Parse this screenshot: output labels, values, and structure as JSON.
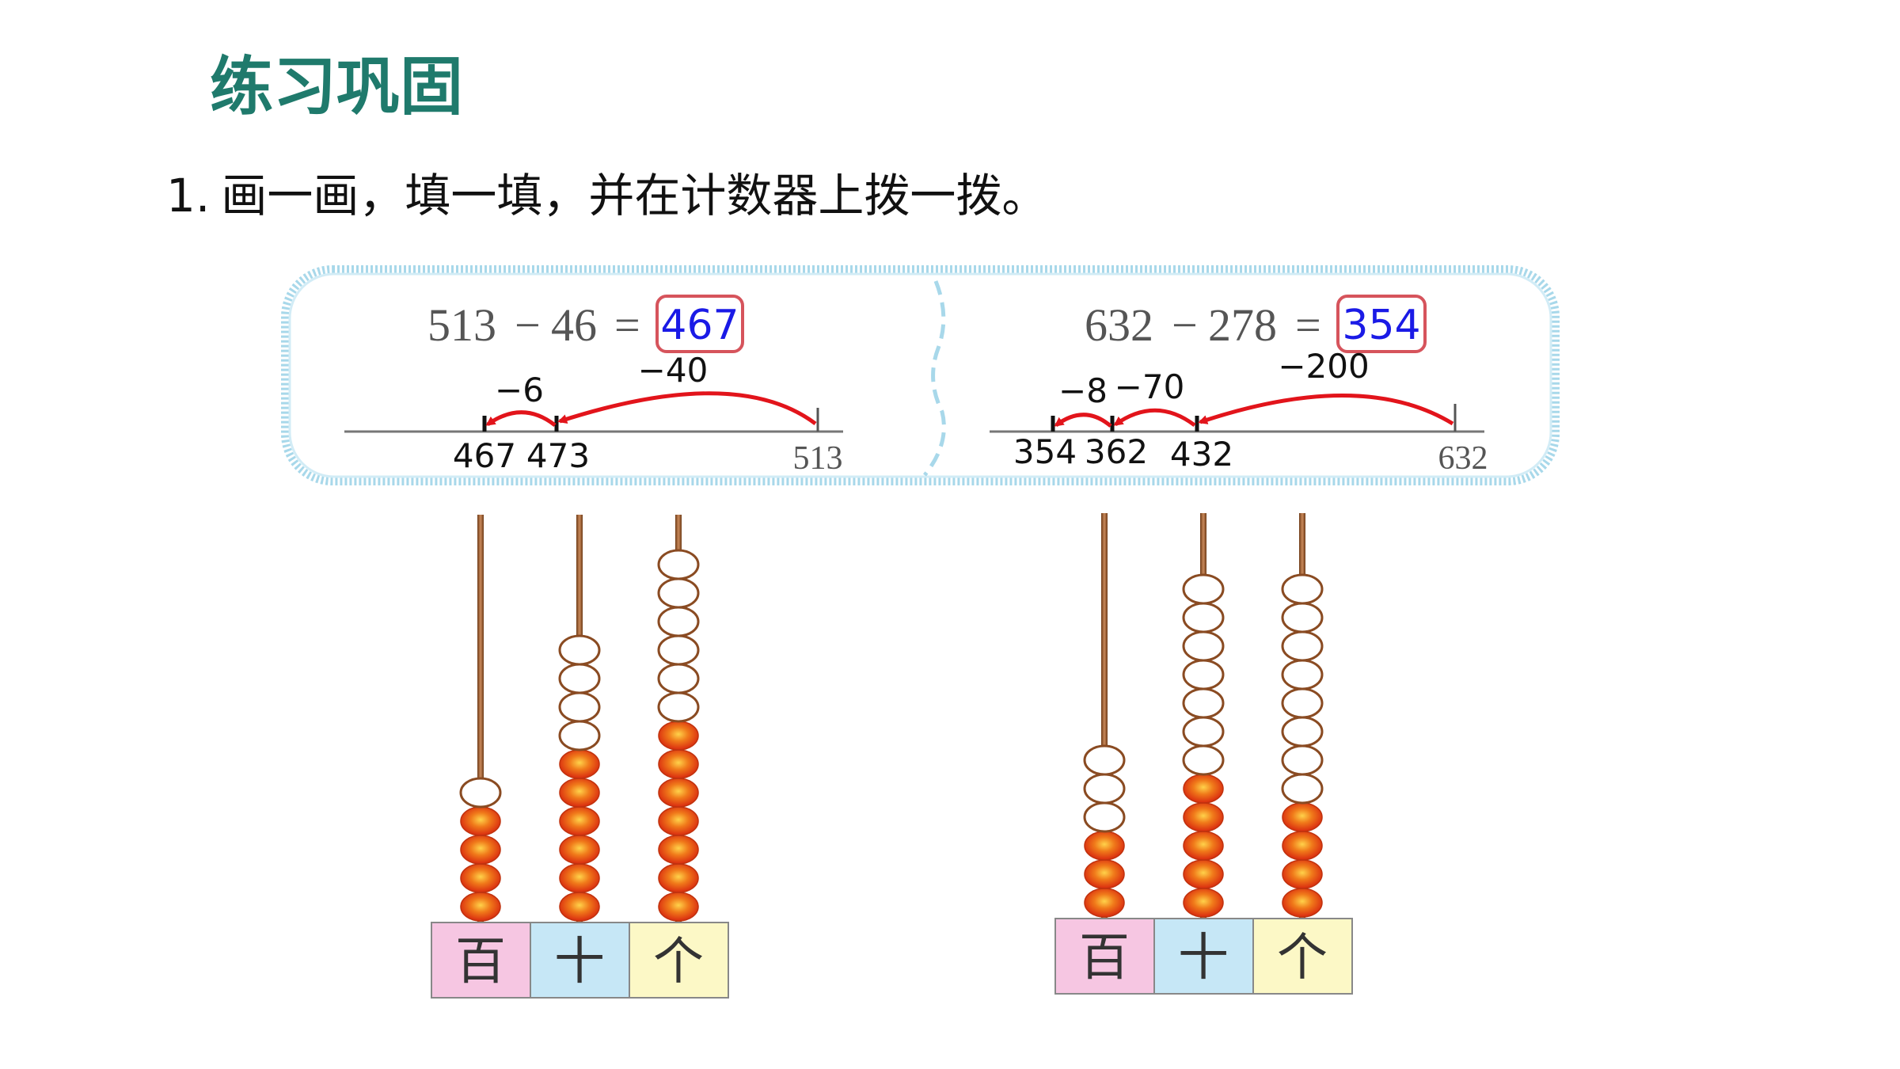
{
  "section_title": "练习巩固",
  "question": {
    "number": "1.",
    "text": "画一画，填一填，并在计数器上拨一拨。"
  },
  "colors": {
    "title": "#1f7a6c",
    "answer": "#1a1ae6",
    "answer_box": "#d6545c",
    "arrow": "#e2141b",
    "bubble": "#a8d8ea",
    "bead_active": "#e63a12",
    "hundreds_bg": "#f6c6e2",
    "tens_bg": "#c6e7f6",
    "ones_bg": "#fcf8c6",
    "rod": "#9a5a2e"
  },
  "problems": [
    {
      "equation": {
        "minuend": "513",
        "minus": "−",
        "subtrahend": "46",
        "equals": "=",
        "answer": "467"
      },
      "number_line": {
        "points": [
          "467",
          "473",
          "513"
        ],
        "jumps": [
          {
            "label": "−40",
            "from": "513",
            "to": "473"
          },
          {
            "label": "−6",
            "from": "473",
            "to": "467"
          }
        ]
      },
      "abacus": {
        "place_labels": [
          "百",
          "十",
          "个"
        ],
        "rods": [
          {
            "active": 4,
            "inactive": 1
          },
          {
            "active": 6,
            "inactive": 4
          },
          {
            "active": 7,
            "inactive": 6
          }
        ]
      }
    },
    {
      "equation": {
        "minuend": "632",
        "minus": "−",
        "subtrahend": "278",
        "equals": "=",
        "answer": "354"
      },
      "number_line": {
        "points": [
          "354",
          "362",
          "432",
          "632"
        ],
        "jumps": [
          {
            "label": "−200",
            "from": "632",
            "to": "432"
          },
          {
            "label": "−70",
            "from": "432",
            "to": "362"
          },
          {
            "label": "−8",
            "from": "362",
            "to": "354"
          }
        ]
      },
      "abacus": {
        "place_labels": [
          "百",
          "十",
          "个"
        ],
        "rods": [
          {
            "active": 3,
            "inactive": 3
          },
          {
            "active": 5,
            "inactive": 7
          },
          {
            "active": 4,
            "inactive": 8
          }
        ]
      }
    }
  ]
}
